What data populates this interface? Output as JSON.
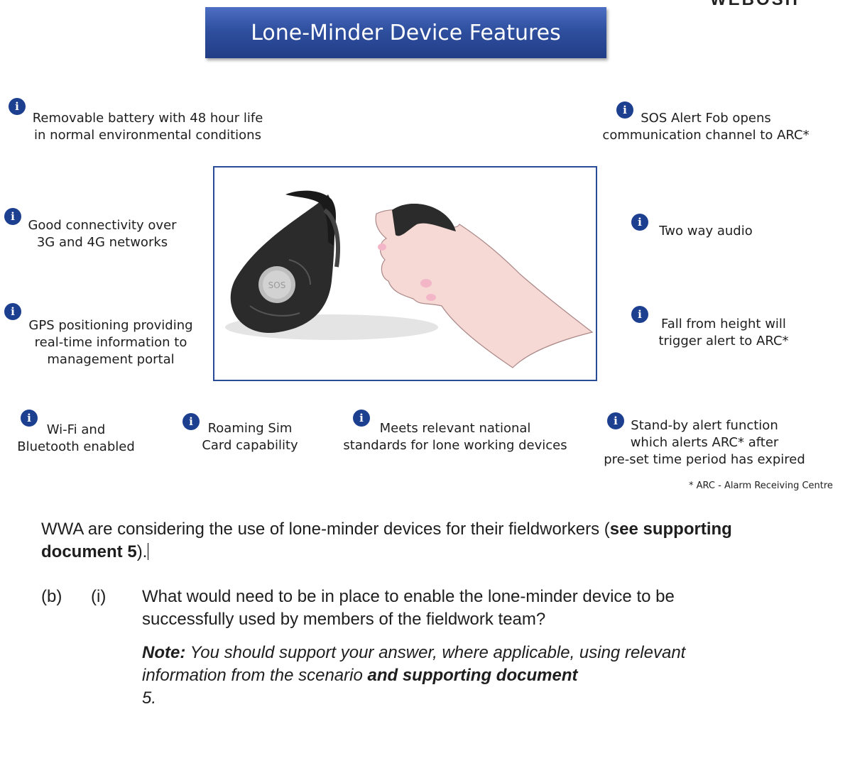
{
  "corner_text": "WEBOSH",
  "banner": {
    "title": "Lone-Minder Device Features"
  },
  "features": {
    "battery": [
      "Removable battery with 48 hour life",
      "in normal environmental conditions"
    ],
    "sos": [
      "SOS Alert Fob opens",
      "communication channel to ARC*"
    ],
    "connectivity": [
      "Good connectivity over",
      "3G and 4G networks"
    ],
    "audio": [
      "Two way audio"
    ],
    "gps": [
      "GPS positioning providing",
      "real-time information to",
      "management portal"
    ],
    "fall": [
      "Fall from height will",
      "trigger alert to ARC*"
    ],
    "wifi": [
      "Wi-Fi and",
      "Bluetooth enabled"
    ],
    "sim": [
      "Roaming Sim",
      "Card capability"
    ],
    "standards": [
      "Meets relevant national",
      "standards for lone working devices"
    ],
    "standby": [
      "Stand-by alert function",
      "which alerts ARC* after",
      "pre-set time period has expired"
    ]
  },
  "info_icon_glyph": "i",
  "device_button_text": "SOS",
  "footnote": "* ARC - Alarm Receiving Centre",
  "question": {
    "intro_text": "WWA are considering the use of lone-minder devices for their fieldworkers (",
    "intro_bold": "see supporting document 5",
    "intro_end": ").",
    "part_label": "(b)",
    "sub_label": "(i)",
    "body": "What would need to be in place to enable the lone-minder device to be successfully used by members of the fieldwork team?",
    "note_label": "Note:",
    "note_text": " You should support your answer, where applicable, using relevant information from the scenario ",
    "note_bold": "and supporting document",
    "note_end": "5."
  },
  "colors": {
    "banner": "#2f4f9f",
    "icon": "#1c3f8f",
    "frame_border": "#2a4b97"
  }
}
